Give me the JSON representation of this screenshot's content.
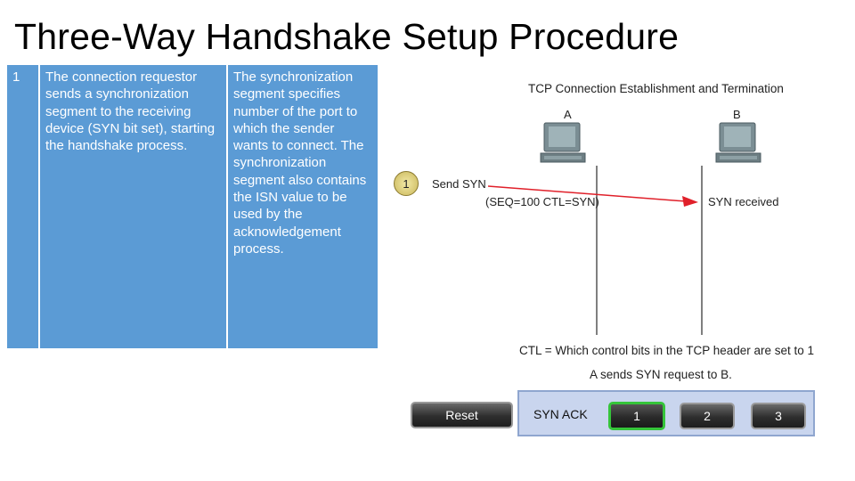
{
  "slide": {
    "title": "Three-Way Handshake Setup Procedure"
  },
  "table": {
    "step_number": "1",
    "description": "The connection requestor sends a synchronization segment to the receiving device (SYN bit set), starting the handshake process.",
    "detail": "The synchronization segment specifies number of the port to which the sender wants to connect. The synchronization segment also contains the ISN value to be used by the acknowledgement process."
  },
  "diagram": {
    "title": "TCP Connection Establishment and Termination",
    "host_a": "A",
    "host_b": "B",
    "step_badge": "1",
    "send_label": "Send SYN",
    "seq_label": "(SEQ=100 CTL=SYN)",
    "received_label": "SYN received",
    "ctl_note": "CTL = Which control bits in the TCP header are set to 1",
    "caption": "A sends SYN request to B.",
    "arrow_color": "#e0202a"
  },
  "controls": {
    "reset_label": "Reset",
    "panel_label": "SYN ACK",
    "steps": [
      "1",
      "2",
      "3"
    ],
    "active_step": "1",
    "active_color": "#35c53a"
  }
}
